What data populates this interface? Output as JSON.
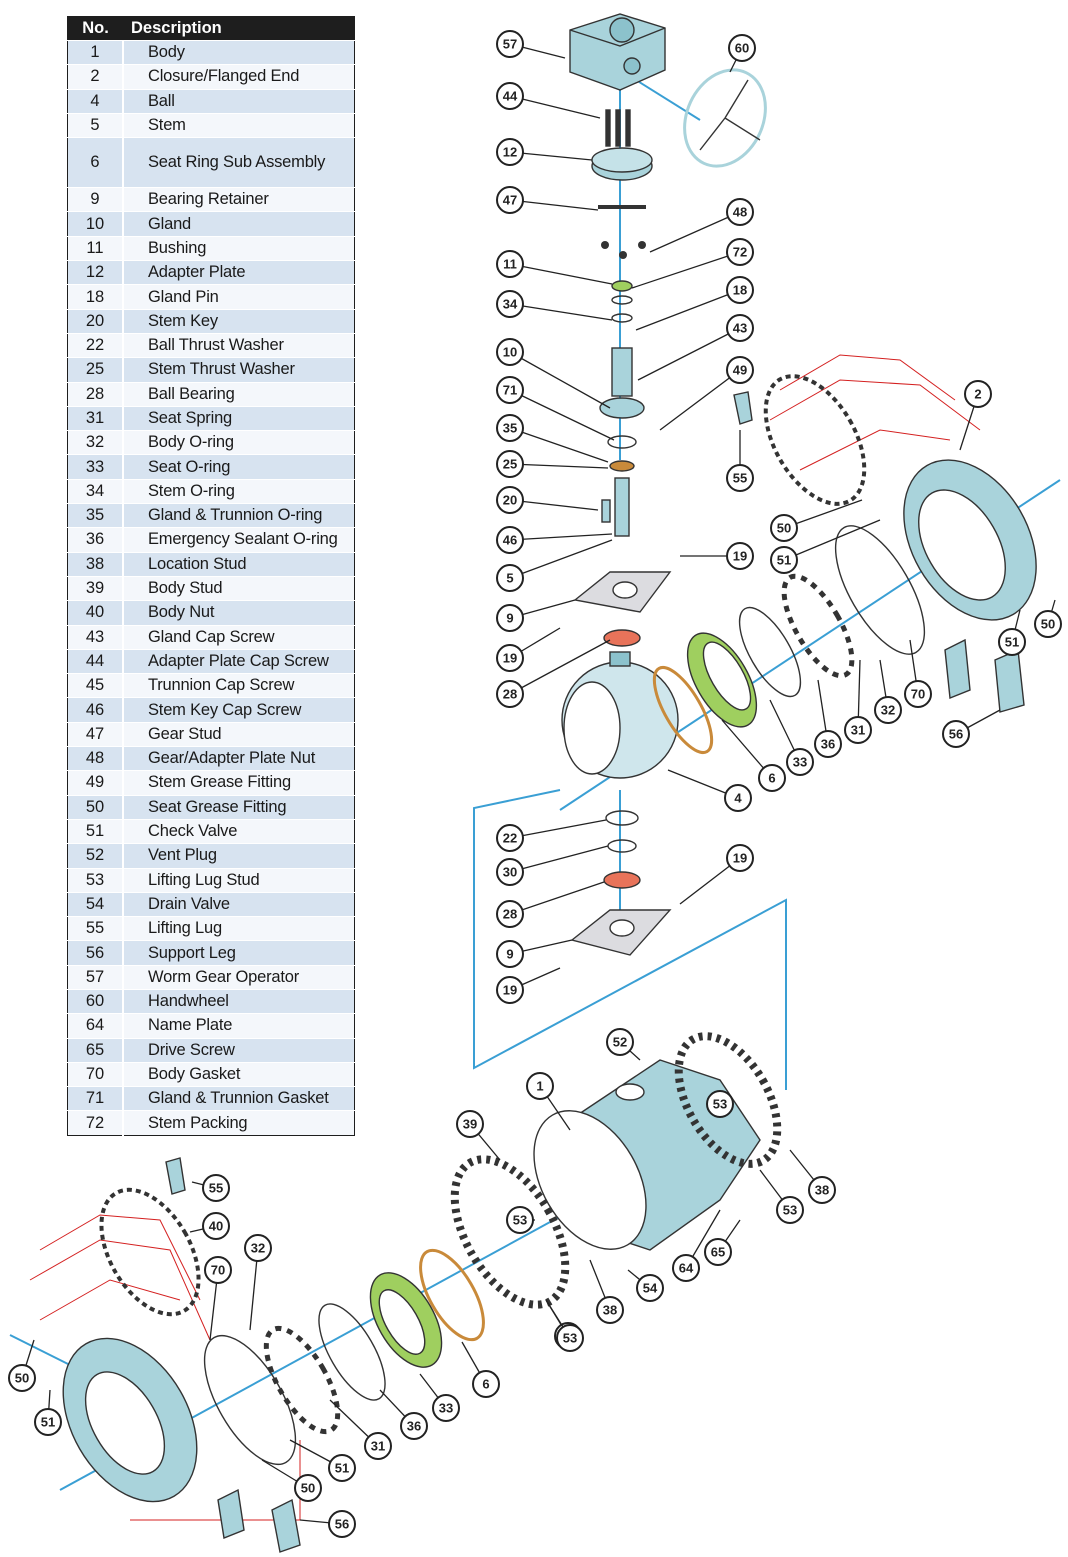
{
  "table": {
    "header_no": "No.",
    "header_desc": "Description",
    "rows": [
      {
        "no": "1",
        "desc": "Body"
      },
      {
        "no": "2",
        "desc": "Closure/Flanged End"
      },
      {
        "no": "4",
        "desc": "Ball"
      },
      {
        "no": "5",
        "desc": "Stem"
      },
      {
        "no": "6",
        "desc": "Seat Ring Sub Assembly"
      },
      {
        "no": "9",
        "desc": "Bearing Retainer"
      },
      {
        "no": "10",
        "desc": "Gland"
      },
      {
        "no": "11",
        "desc": "Bushing"
      },
      {
        "no": "12",
        "desc": "Adapter Plate"
      },
      {
        "no": "18",
        "desc": "Gland Pin"
      },
      {
        "no": "20",
        "desc": "Stem Key"
      },
      {
        "no": "22",
        "desc": "Ball Thrust Washer"
      },
      {
        "no": "25",
        "desc": "Stem Thrust Washer"
      },
      {
        "no": "28",
        "desc": "Ball Bearing"
      },
      {
        "no": "31",
        "desc": "Seat Spring"
      },
      {
        "no": "32",
        "desc": "Body O-ring"
      },
      {
        "no": "33",
        "desc": "Seat O-ring"
      },
      {
        "no": "34",
        "desc": "Stem O-ring"
      },
      {
        "no": "35",
        "desc": "Gland & Trunnion O-ring"
      },
      {
        "no": "36",
        "desc": "Emergency Sealant O-ring"
      },
      {
        "no": "38",
        "desc": "Location Stud"
      },
      {
        "no": "39",
        "desc": "Body Stud"
      },
      {
        "no": "40",
        "desc": "Body Nut"
      },
      {
        "no": "43",
        "desc": "Gland Cap Screw"
      },
      {
        "no": "44",
        "desc": "Adapter Plate Cap Screw"
      },
      {
        "no": "45",
        "desc": "Trunnion Cap Screw"
      },
      {
        "no": "46",
        "desc": "Stem Key Cap Screw"
      },
      {
        "no": "47",
        "desc": "Gear Stud"
      },
      {
        "no": "48",
        "desc": "Gear/Adapter Plate Nut"
      },
      {
        "no": "49",
        "desc": "Stem Grease Fitting"
      },
      {
        "no": "50",
        "desc": "Seat Grease Fitting"
      },
      {
        "no": "51",
        "desc": "Check Valve"
      },
      {
        "no": "52",
        "desc": "Vent Plug"
      },
      {
        "no": "53",
        "desc": "Lifting Lug Stud"
      },
      {
        "no": "54",
        "desc": "Drain Valve"
      },
      {
        "no": "55",
        "desc": "Lifting Lug"
      },
      {
        "no": "56",
        "desc": "Support Leg"
      },
      {
        "no": "57",
        "desc": "Worm Gear Operator"
      },
      {
        "no": "60",
        "desc": "Handwheel"
      },
      {
        "no": "64",
        "desc": "Name Plate"
      },
      {
        "no": "65",
        "desc": "Drive Screw"
      },
      {
        "no": "70",
        "desc": "Body Gasket"
      },
      {
        "no": "71",
        "desc": "Gland & Trunnion Gasket"
      },
      {
        "no": "72",
        "desc": "Stem Packing"
      }
    ]
  },
  "callouts": [
    {
      "label": "57"
    },
    {
      "label": "60"
    },
    {
      "label": "44"
    },
    {
      "label": "12"
    },
    {
      "label": "47"
    },
    {
      "label": "48"
    },
    {
      "label": "72"
    },
    {
      "label": "11"
    },
    {
      "label": "34"
    },
    {
      "label": "18"
    },
    {
      "label": "43"
    },
    {
      "label": "10"
    },
    {
      "label": "49"
    },
    {
      "label": "71"
    },
    {
      "label": "35"
    },
    {
      "label": "25"
    },
    {
      "label": "20"
    },
    {
      "label": "46"
    },
    {
      "label": "5"
    },
    {
      "label": "19"
    },
    {
      "label": "9"
    },
    {
      "label": "19"
    },
    {
      "label": "28"
    },
    {
      "label": "4"
    },
    {
      "label": "6"
    },
    {
      "label": "33"
    },
    {
      "label": "36"
    },
    {
      "label": "31"
    },
    {
      "label": "32"
    },
    {
      "label": "70"
    },
    {
      "label": "56"
    },
    {
      "label": "51"
    },
    {
      "label": "50"
    },
    {
      "label": "2"
    },
    {
      "label": "55"
    },
    {
      "label": "50"
    },
    {
      "label": "51"
    },
    {
      "label": "22"
    },
    {
      "label": "30"
    },
    {
      "label": "19"
    },
    {
      "label": "28"
    },
    {
      "label": "9"
    },
    {
      "label": "19"
    },
    {
      "label": "52"
    },
    {
      "label": "1"
    },
    {
      "label": "39"
    },
    {
      "label": "53"
    },
    {
      "label": "53"
    },
    {
      "label": "38"
    },
    {
      "label": "53"
    },
    {
      "label": "64"
    },
    {
      "label": "65"
    },
    {
      "label": "54"
    },
    {
      "label": "38"
    },
    {
      "label": "53"
    },
    {
      "label": "53"
    },
    {
      "label": "55"
    },
    {
      "label": "40"
    },
    {
      "label": "32"
    },
    {
      "label": "70"
    },
    {
      "label": "6"
    },
    {
      "label": "33"
    },
    {
      "label": "36"
    },
    {
      "label": "31"
    },
    {
      "label": "51"
    },
    {
      "label": "50"
    },
    {
      "label": "50"
    },
    {
      "label": "51"
    },
    {
      "label": "56"
    }
  ],
  "colors": {
    "part_fill": "#a9d3db",
    "axis": "#3a9fd4",
    "wire": "#d42020",
    "seat_green": "#9fcf5f",
    "bearing_orange": "#e8735a",
    "gasket_brown": "#c98a3a"
  }
}
